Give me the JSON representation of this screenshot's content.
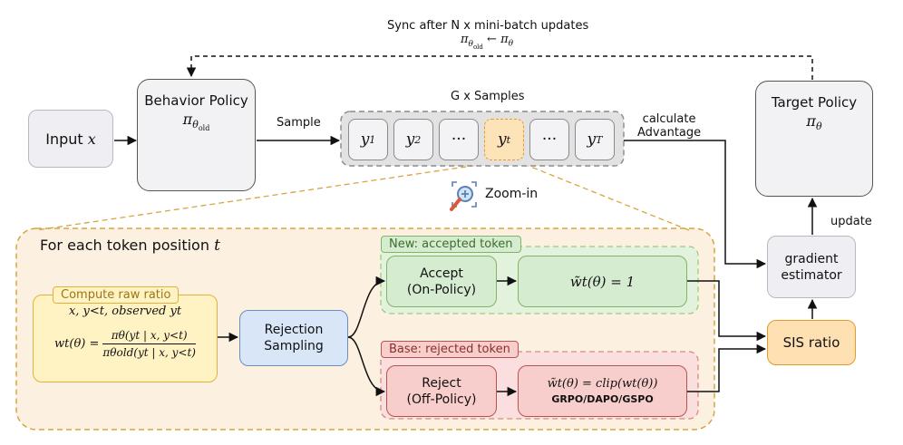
{
  "top_sync": {
    "line1": "Sync after N x mini-batch updates",
    "line2_left": "π",
    "line2_left_sub": "θ",
    "line2_left_subsub": "old",
    "line2_arrow": "←",
    "line2_right": "π",
    "line2_right_sub": "θ"
  },
  "input_box": {
    "label": "Input",
    "var": "x"
  },
  "behavior_policy": {
    "title": "Behavior Policy",
    "symbol": "π",
    "sub": "θ",
    "subsub": "old"
  },
  "target_policy": {
    "title": "Target Policy",
    "symbol": "π",
    "sub": "θ"
  },
  "sample_label": "Sample",
  "samples": {
    "title": "G x Samples",
    "tokens": [
      {
        "base": "y",
        "sub": "1"
      },
      {
        "base": "y",
        "sub": "2"
      },
      {
        "base": "···",
        "sub": ""
      },
      {
        "base": "y",
        "sub": "t"
      },
      {
        "base": "···",
        "sub": ""
      },
      {
        "base": "y",
        "sub": "T"
      }
    ]
  },
  "advantage_label": {
    "line1": "calculate",
    "line2": "Advantage"
  },
  "zoom_label": "Zoom-in",
  "update_label": "update",
  "gradient_estimator": {
    "line1": "gradient",
    "line2": "estimator"
  },
  "sis_ratio": "SIS ratio",
  "token_region": {
    "title": "For each token position",
    "var": "t"
  },
  "compute_ratio": {
    "tag": "Compute raw ratio",
    "line1": "x, y<t, observed yt",
    "formula_lhs": "wt(θ) =",
    "formula_num": "πθ(yt | x, y<t)",
    "formula_den": "πθold(yt | x, y<t)"
  },
  "rejection_sampling": {
    "line1": "Rejection",
    "line2": "Sampling"
  },
  "accepted_group": {
    "tag": "New: accepted token",
    "accept_line1": "Accept",
    "accept_line2": "(On-Policy)",
    "formula": "w̃t(θ) = 1"
  },
  "rejected_group": {
    "tag": "Base: rejected token",
    "reject_line1": "Reject",
    "reject_line2": "(Off-Policy)",
    "formula": "w̃t(θ) = clip(wt(θ))",
    "methods": "GRPO/DAPO/GSPO"
  },
  "colors": {
    "outer_region_bg": "#fcf1e1",
    "outer_region_border": "#d9a441",
    "compute_bg": "#fff3c4",
    "compute_border": "#e0b23a",
    "rejection_bg": "#d8e6f8",
    "rejection_border": "#6c8ebf",
    "accept_bg": "#d5ecd0",
    "accept_border": "#82b366",
    "reject_bg": "#f8cecc",
    "reject_border": "#b85450",
    "sis_bg": "#ffe0b2",
    "sis_border": "#e69a28",
    "policy_bg": "#f2f2f4",
    "policy_border": "#555555"
  }
}
